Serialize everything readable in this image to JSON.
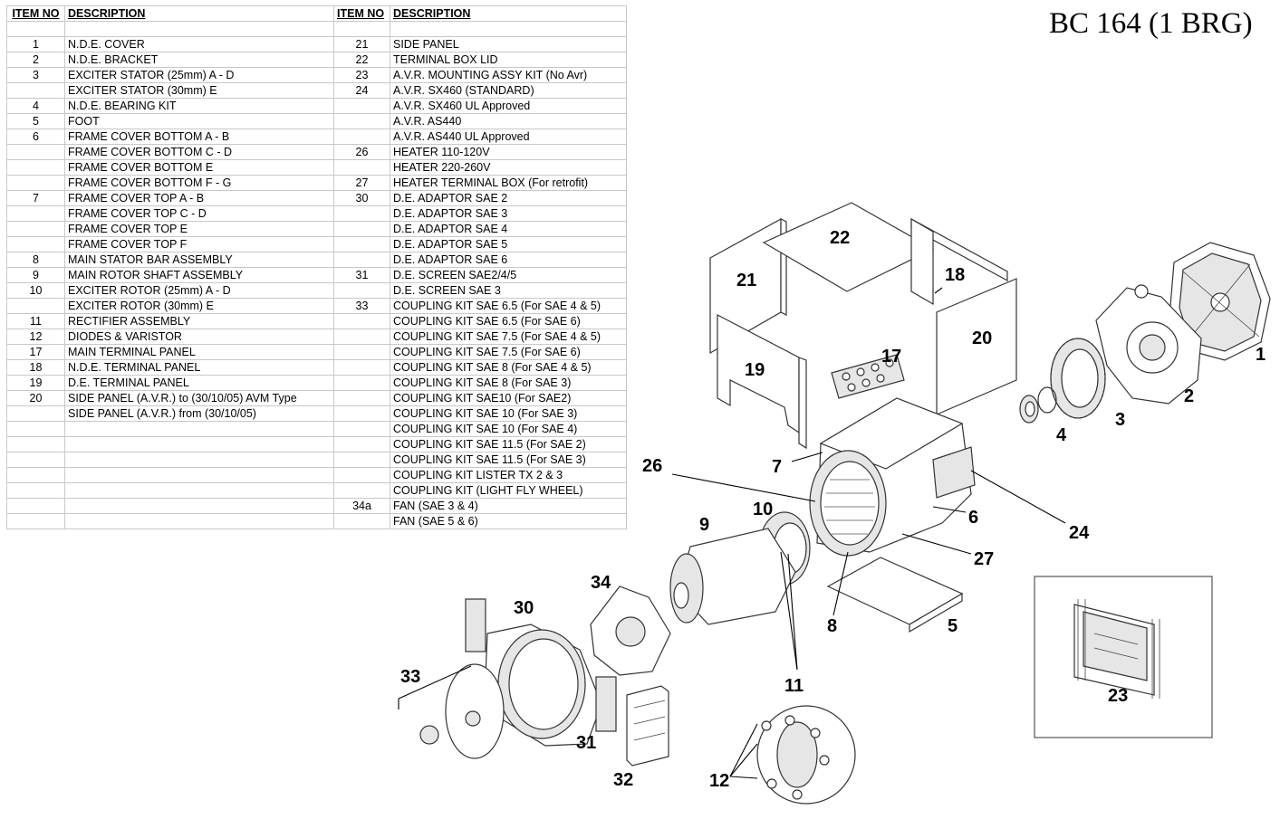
{
  "title": "BC 164 (1 BRG)",
  "table": {
    "headers": [
      "ITEM NO",
      "DESCRIPTION",
      "ITEM NO",
      "DESCRIPTION"
    ],
    "rows": [
      [
        "",
        "",
        "",
        ""
      ],
      [
        "1",
        "N.D.E. COVER",
        "21",
        "SIDE PANEL"
      ],
      [
        "2",
        "N.D.E. BRACKET",
        "22",
        "TERMINAL BOX LID"
      ],
      [
        "3",
        "EXCITER STATOR (25mm) A - D",
        "23",
        "A.V.R. MOUNTING ASSY KIT (No Avr)"
      ],
      [
        "",
        "EXCITER STATOR (30mm) E",
        "24",
        "A.V.R. SX460 (STANDARD)"
      ],
      [
        "4",
        "N.D.E. BEARING KIT",
        "",
        "A.V.R. SX460 UL Approved"
      ],
      [
        "5",
        "FOOT",
        "",
        "A.V.R. AS440"
      ],
      [
        "6",
        "FRAME COVER BOTTOM  A - B",
        "",
        "A.V.R. AS440 UL Approved"
      ],
      [
        "",
        "FRAME COVER BOTTOM  C - D",
        "26",
        "HEATER 110-120V"
      ],
      [
        "",
        "FRAME COVER BOTTOM  E",
        "",
        "HEATER 220-260V"
      ],
      [
        "",
        "FRAME COVER BOTTOM  F - G",
        "27",
        "HEATER TERMINAL BOX  (For retrofit)"
      ],
      [
        "7",
        "FRAME COVER TOP  A - B",
        "30",
        "D.E. ADAPTOR SAE 2"
      ],
      [
        "",
        "FRAME COVER TOP  C - D",
        "",
        "D.E. ADAPTOR SAE 3"
      ],
      [
        "",
        "FRAME COVER TOP  E",
        "",
        "D.E. ADAPTOR SAE 4"
      ],
      [
        "",
        "FRAME COVER TOP  F",
        "",
        "D.E. ADAPTOR SAE 5"
      ],
      [
        "8",
        "MAIN STATOR BAR ASSEMBLY",
        "",
        "D.E. ADAPTOR SAE 6"
      ],
      [
        "9",
        "MAIN ROTOR SHAFT ASSEMBLY",
        "31",
        "D.E. SCREEN SAE2/4/5"
      ],
      [
        "10",
        "EXCITER ROTOR (25mm) A - D",
        "",
        "D.E. SCREEN SAE 3"
      ],
      [
        "",
        "EXCITER ROTOR (30mm) E",
        "33",
        "COUPLING KIT SAE 6.5 (For SAE 4 & 5)"
      ],
      [
        "11",
        "RECTIFIER ASSEMBLY",
        "",
        "COUPLING KIT SAE 6.5 (For SAE 6)"
      ],
      [
        "12",
        "DIODES & VARISTOR",
        "",
        "COUPLING KIT SAE 7.5 (For SAE 4 & 5)"
      ],
      [
        "17",
        "MAIN TERMINAL PANEL",
        "",
        "COUPLING KIT SAE 7.5 (For SAE 6)"
      ],
      [
        "18",
        "N.D.E. TERMINAL PANEL",
        "",
        "COUPLING KIT SAE 8 (For SAE 4 & 5)"
      ],
      [
        "19",
        "D.E. TERMINAL PANEL",
        "",
        "COUPLING KIT SAE 8 (For SAE 3)"
      ],
      [
        "20",
        "SIDE PANEL (A.V.R.) to (30/10/05) AVM Type",
        "",
        "COUPLING KIT SAE10 (For SAE2)"
      ],
      [
        "",
        "SIDE PANEL (A.V.R.) from (30/10/05)",
        "",
        "COUPLING KIT SAE 10 (For SAE 3)"
      ],
      [
        "",
        "",
        "",
        "COUPLING KIT SAE 10 (For SAE 4)"
      ],
      [
        "",
        "",
        "",
        "COUPLING KIT SAE 11.5 (For SAE 2)"
      ],
      [
        "",
        "",
        "",
        "COUPLING KIT SAE 11.5 (For SAE 3)"
      ],
      [
        "",
        "",
        "",
        "COUPLING KIT LISTER TX 2 & 3"
      ],
      [
        "",
        "",
        "",
        "COUPLING KIT (LIGHT FLY WHEEL)"
      ],
      [
        "",
        "",
        "34a",
        "FAN (SAE 3 & 4)"
      ],
      [
        "",
        "",
        "",
        "FAN (SAE 5 & 6)"
      ]
    ]
  },
  "callouts": [
    "1",
    "2",
    "3",
    "4",
    "5",
    "6",
    "7",
    "8",
    "9",
    "10",
    "11",
    "12",
    "17",
    "18",
    "19",
    "20",
    "21",
    "22",
    "23",
    "24",
    "26",
    "27",
    "30",
    "31",
    "32",
    "33",
    "34"
  ]
}
